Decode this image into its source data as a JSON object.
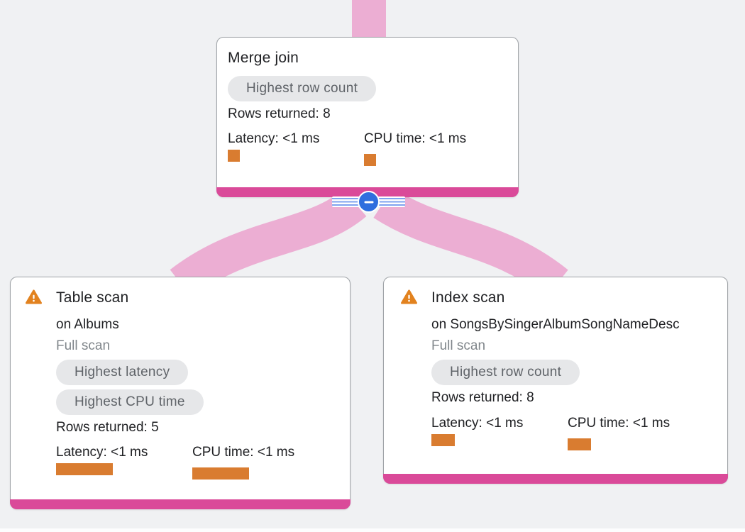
{
  "colors": {
    "background": "#f0f1f3",
    "card_background": "#ffffff",
    "card_border": "#a0a4a8",
    "accent_pink": "#da4a99",
    "edge_pink": "#ecaed3",
    "badge_background": "#e6e7e9",
    "badge_text": "#5f6368",
    "text_primary": "#202124",
    "text_secondary": "#80868b",
    "metric_bar_orange": "#d97c30",
    "warning_orange": "#e2821f",
    "collapse_blue": "#2e6ede",
    "stripe_blue": "#7fa3ef"
  },
  "nodes": {
    "merge_join": {
      "title": "Merge join",
      "badges": [
        "Highest row count"
      ],
      "rows_returned": "Rows returned: 8",
      "latency": "Latency: <1 ms",
      "cpu_time": "CPU time: <1 ms"
    },
    "table_scan": {
      "title": "Table scan",
      "target": "on Albums",
      "scan_mode": "Full scan",
      "badges": [
        "Highest latency",
        "Highest CPU time"
      ],
      "rows_returned": "Rows returned: 5",
      "latency": "Latency: <1 ms",
      "cpu_time": "CPU time: <1 ms"
    },
    "index_scan": {
      "title": "Index scan",
      "target": "on SongsBySingerAlbumSongNameDesc",
      "scan_mode": "Full scan",
      "badges": [
        "Highest row count"
      ],
      "rows_returned": "Rows returned: 8",
      "latency": "Latency: <1 ms",
      "cpu_time": "CPU time: <1 ms"
    }
  },
  "collapse_control": {
    "symbol": "minus"
  }
}
